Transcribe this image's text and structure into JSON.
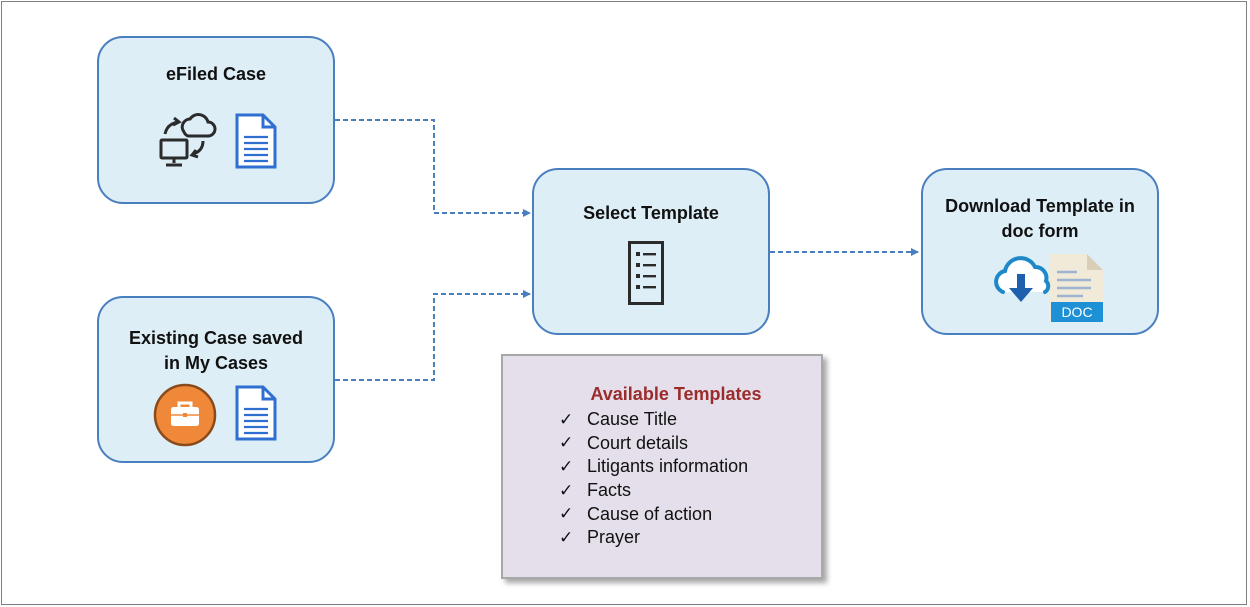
{
  "nodes": {
    "efiled": {
      "title": "eFiled Case",
      "icons": [
        "computer-cloud-sync-icon",
        "document-icon"
      ]
    },
    "existing": {
      "title_line1": "Existing Case saved",
      "title_line2": "in My Cases",
      "icons": [
        "briefcase-icon",
        "document-icon"
      ]
    },
    "select": {
      "title": "Select Template",
      "icons": [
        "list-template-icon"
      ]
    },
    "download": {
      "title_line1": "Download Template in",
      "title_line2": "doc form",
      "icons": [
        "cloud-download-icon",
        "doc-file-icon"
      ],
      "badge": "DOC"
    }
  },
  "templates": {
    "title": "Available Templates",
    "check_mark": "✓",
    "items": [
      "Cause Title",
      "Court details",
      "Litigants information",
      "Facts",
      "Cause of action",
      "Prayer"
    ]
  },
  "edges": [
    {
      "from": "efiled",
      "to": "select"
    },
    {
      "from": "existing",
      "to": "select"
    },
    {
      "from": "select",
      "to": "download"
    }
  ],
  "colors": {
    "node_fill": "#deeef7",
    "node_border": "#4a7fbf",
    "connector": "#4a7fbf",
    "legend_fill": "#e4dfea",
    "legend_title": "#9b2c2c",
    "briefcase": "#f0883a",
    "doc_badge": "#1e90d6"
  }
}
